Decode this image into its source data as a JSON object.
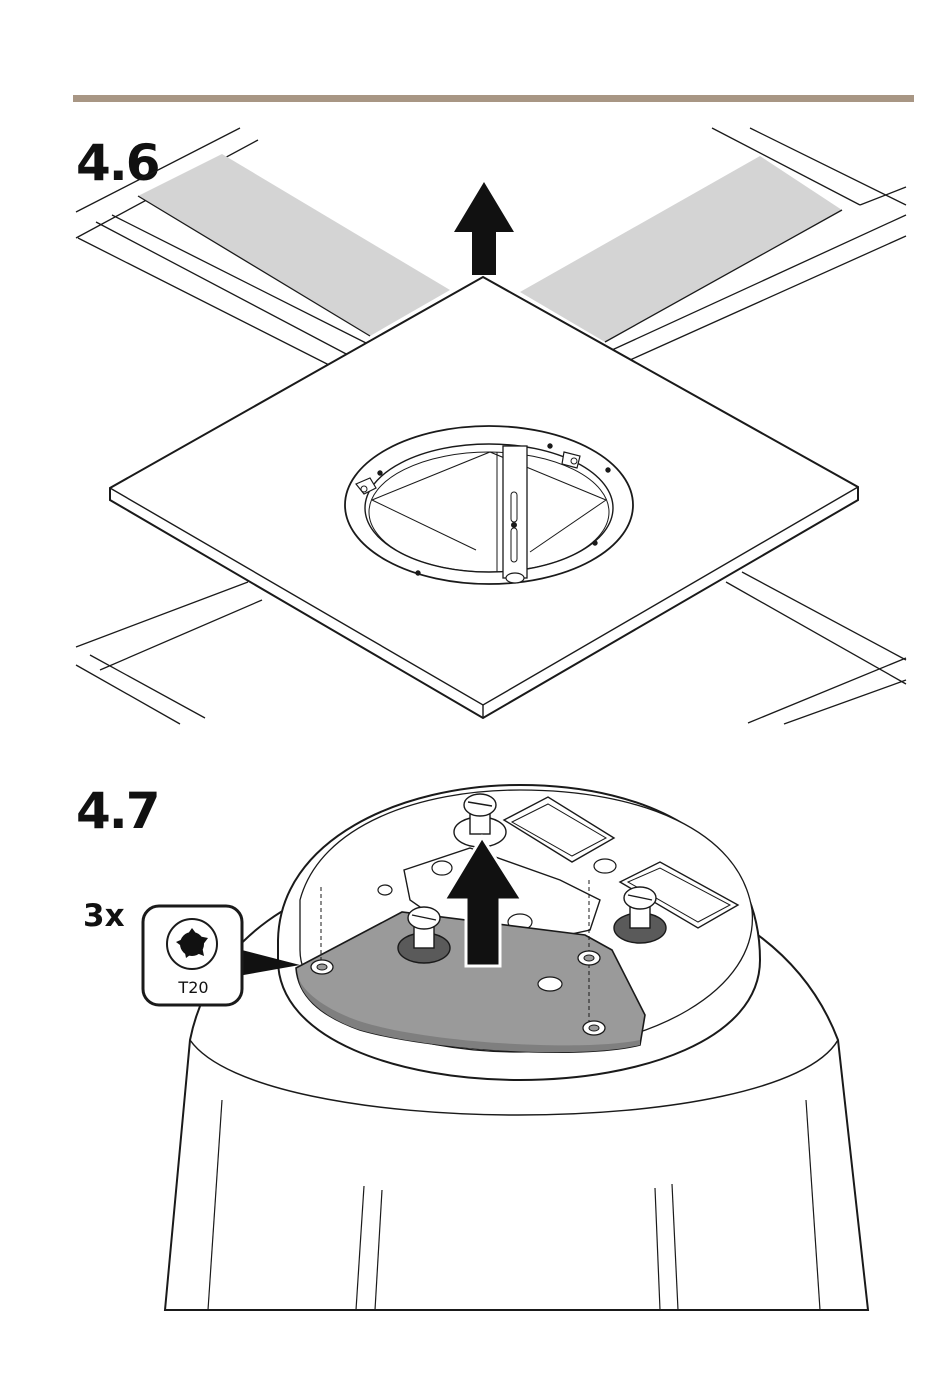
{
  "colors": {
    "rule": "#a89684",
    "line": "#1a1a1a",
    "shade": "#d4d4d4",
    "plate": "#9a9a9a",
    "arrow": "#111111"
  },
  "steps": [
    {
      "number": "4.6",
      "illustration": "ceiling-tile-lift"
    },
    {
      "number": "4.7",
      "illustration": "bracket-removal"
    }
  ],
  "tool": {
    "quantity": "3x",
    "label": "T20",
    "icon": "torx-icon"
  }
}
